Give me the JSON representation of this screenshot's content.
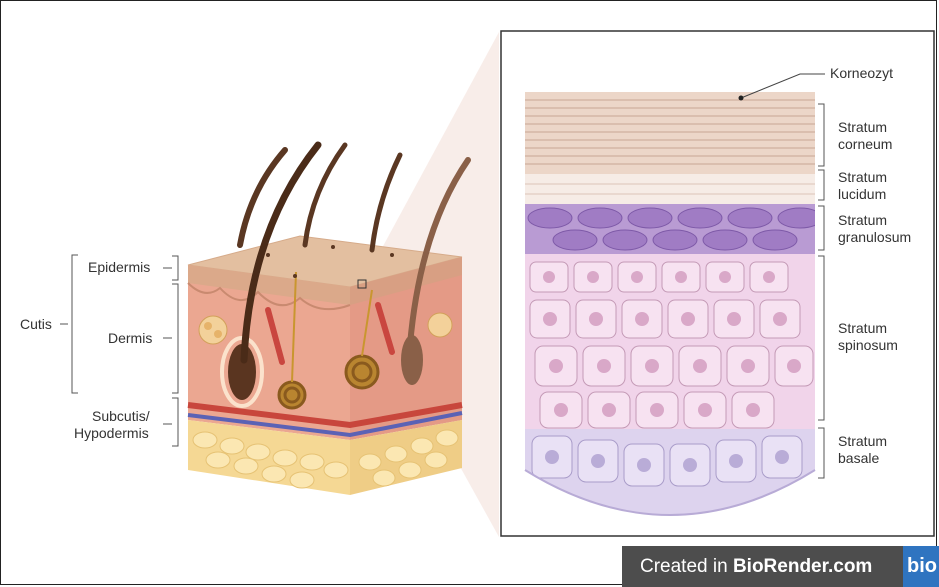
{
  "left_labels": {
    "cutis": "Cutis",
    "epidermis": "Epidermis",
    "dermis": "Dermis",
    "subcutis_line1": "Subcutis/",
    "subcutis_line2": "Hypodermis"
  },
  "right_labels": {
    "korneozyt": "Korneozyt",
    "corneum_1": "Stratum",
    "corneum_2": "corneum",
    "lucidum_1": "Stratum",
    "lucidum_2": "lucidum",
    "granulosum_1": "Stratum",
    "granulosum_2": "granulosum",
    "spinosum_1": "Stratum",
    "spinosum_2": "spinosum",
    "basale_1": "Stratum",
    "basale_2": "basale"
  },
  "watermark": {
    "prefix": "Created in ",
    "brand": "BioRender.com",
    "logo_text": "bio"
  },
  "colors": {
    "corneum": "#e9d2c4",
    "lucidum": "#f5ebe4",
    "granulosum": "#b99bd3",
    "spinosum": "#f1d4ea",
    "basale": "#ddd3ee",
    "epidermis": "#e7c4a8",
    "dermis": "#e9a28f",
    "hypodermis": "#f5dc9c",
    "hair": "#5a3722",
    "badge": "#4d4d4d"
  }
}
